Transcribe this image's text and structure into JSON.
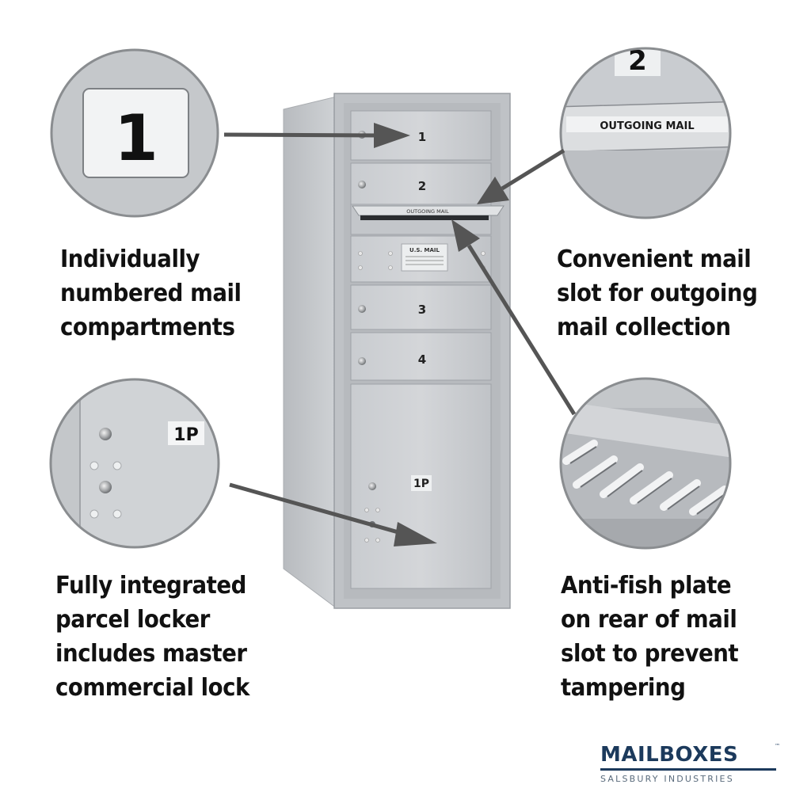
{
  "features": {
    "compartments": "Individually numbered mail compartments",
    "outgoing": "Convenient mail slot for outgoing mail collection",
    "parcel": "Fully integrated parcel locker includes master commercial lock",
    "antifish": "Anti-fish plate on rear of mail slot to prevent tampering"
  },
  "feature_lines": {
    "compartments": [
      "Individually",
      "numbered mail",
      "compartments"
    ],
    "outgoing": [
      "Convenient mail",
      "slot for outgoing",
      "mail collection"
    ],
    "parcel": [
      "Fully integrated",
      "parcel locker",
      "includes master",
      "commercial lock"
    ],
    "antifish": [
      "Anti-fish plate",
      "on rear of mail",
      "slot to prevent",
      "tampering"
    ]
  },
  "callouts": {
    "compartment_number": "1",
    "outgoing_box_number": "2",
    "outgoing_label": "OUTGOING MAIL",
    "parcel_label": "1P"
  },
  "mailbox": {
    "door_labels": [
      "1",
      "2",
      "3",
      "4"
    ],
    "outgoing_slot_label": "OUTGOING MAIL",
    "usmail_plate": "U.S. MAIL",
    "parcel_label": "1P"
  },
  "brand": {
    "name": "MAILBOXES",
    "trademark": "™",
    "subtitle": "SALSBURY INDUSTRIES"
  },
  "colors": {
    "aluminum": "#c4c7ca",
    "aluminum_light": "#d6d8db",
    "aluminum_dark": "#9a9ea3",
    "arrow": "#555555",
    "text": "#111111",
    "brand": "#1c3a5c",
    "callout_border": "#8a8d90"
  }
}
